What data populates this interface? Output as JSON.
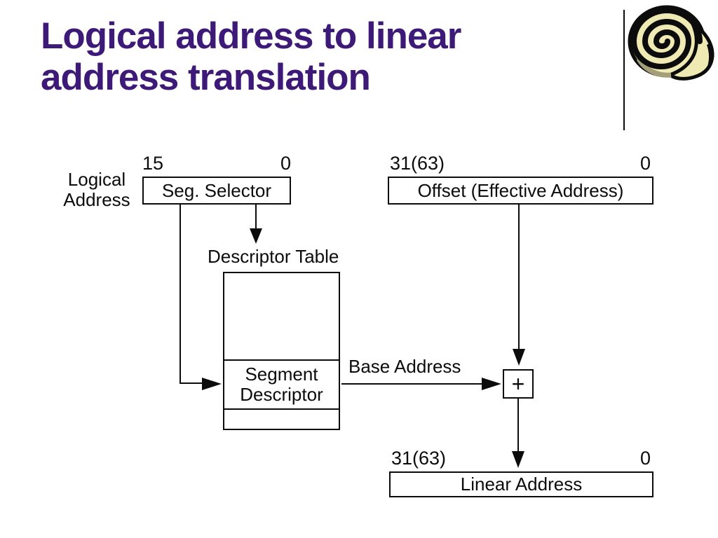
{
  "title": {
    "lines": [
      "Logical address to linear",
      "address translation"
    ],
    "color": "#3d1a78"
  },
  "decor": {
    "shell_icon": "spiral-shell-clipart",
    "shell_fill": "#efe9b4",
    "shell_ink": "#0c0c0c"
  },
  "diagram": {
    "ink": "#0c0c0c",
    "logical_address": {
      "lines": [
        "Logical",
        "Address"
      ]
    },
    "seg_selector": {
      "bit_high": "15",
      "bit_low": "0",
      "label": "Seg. Selector"
    },
    "offset": {
      "bit_high": "31(63)",
      "bit_low": "0",
      "label": "Offset (Effective Address)"
    },
    "descriptor_table": {
      "title": "Descriptor Table",
      "entry_lines": [
        "Segment",
        "Descriptor"
      ]
    },
    "base_address_label": "Base Address",
    "adder_label": "+",
    "linear_address": {
      "bit_high": "31(63)",
      "bit_low": "0",
      "label": "Linear Address"
    }
  }
}
